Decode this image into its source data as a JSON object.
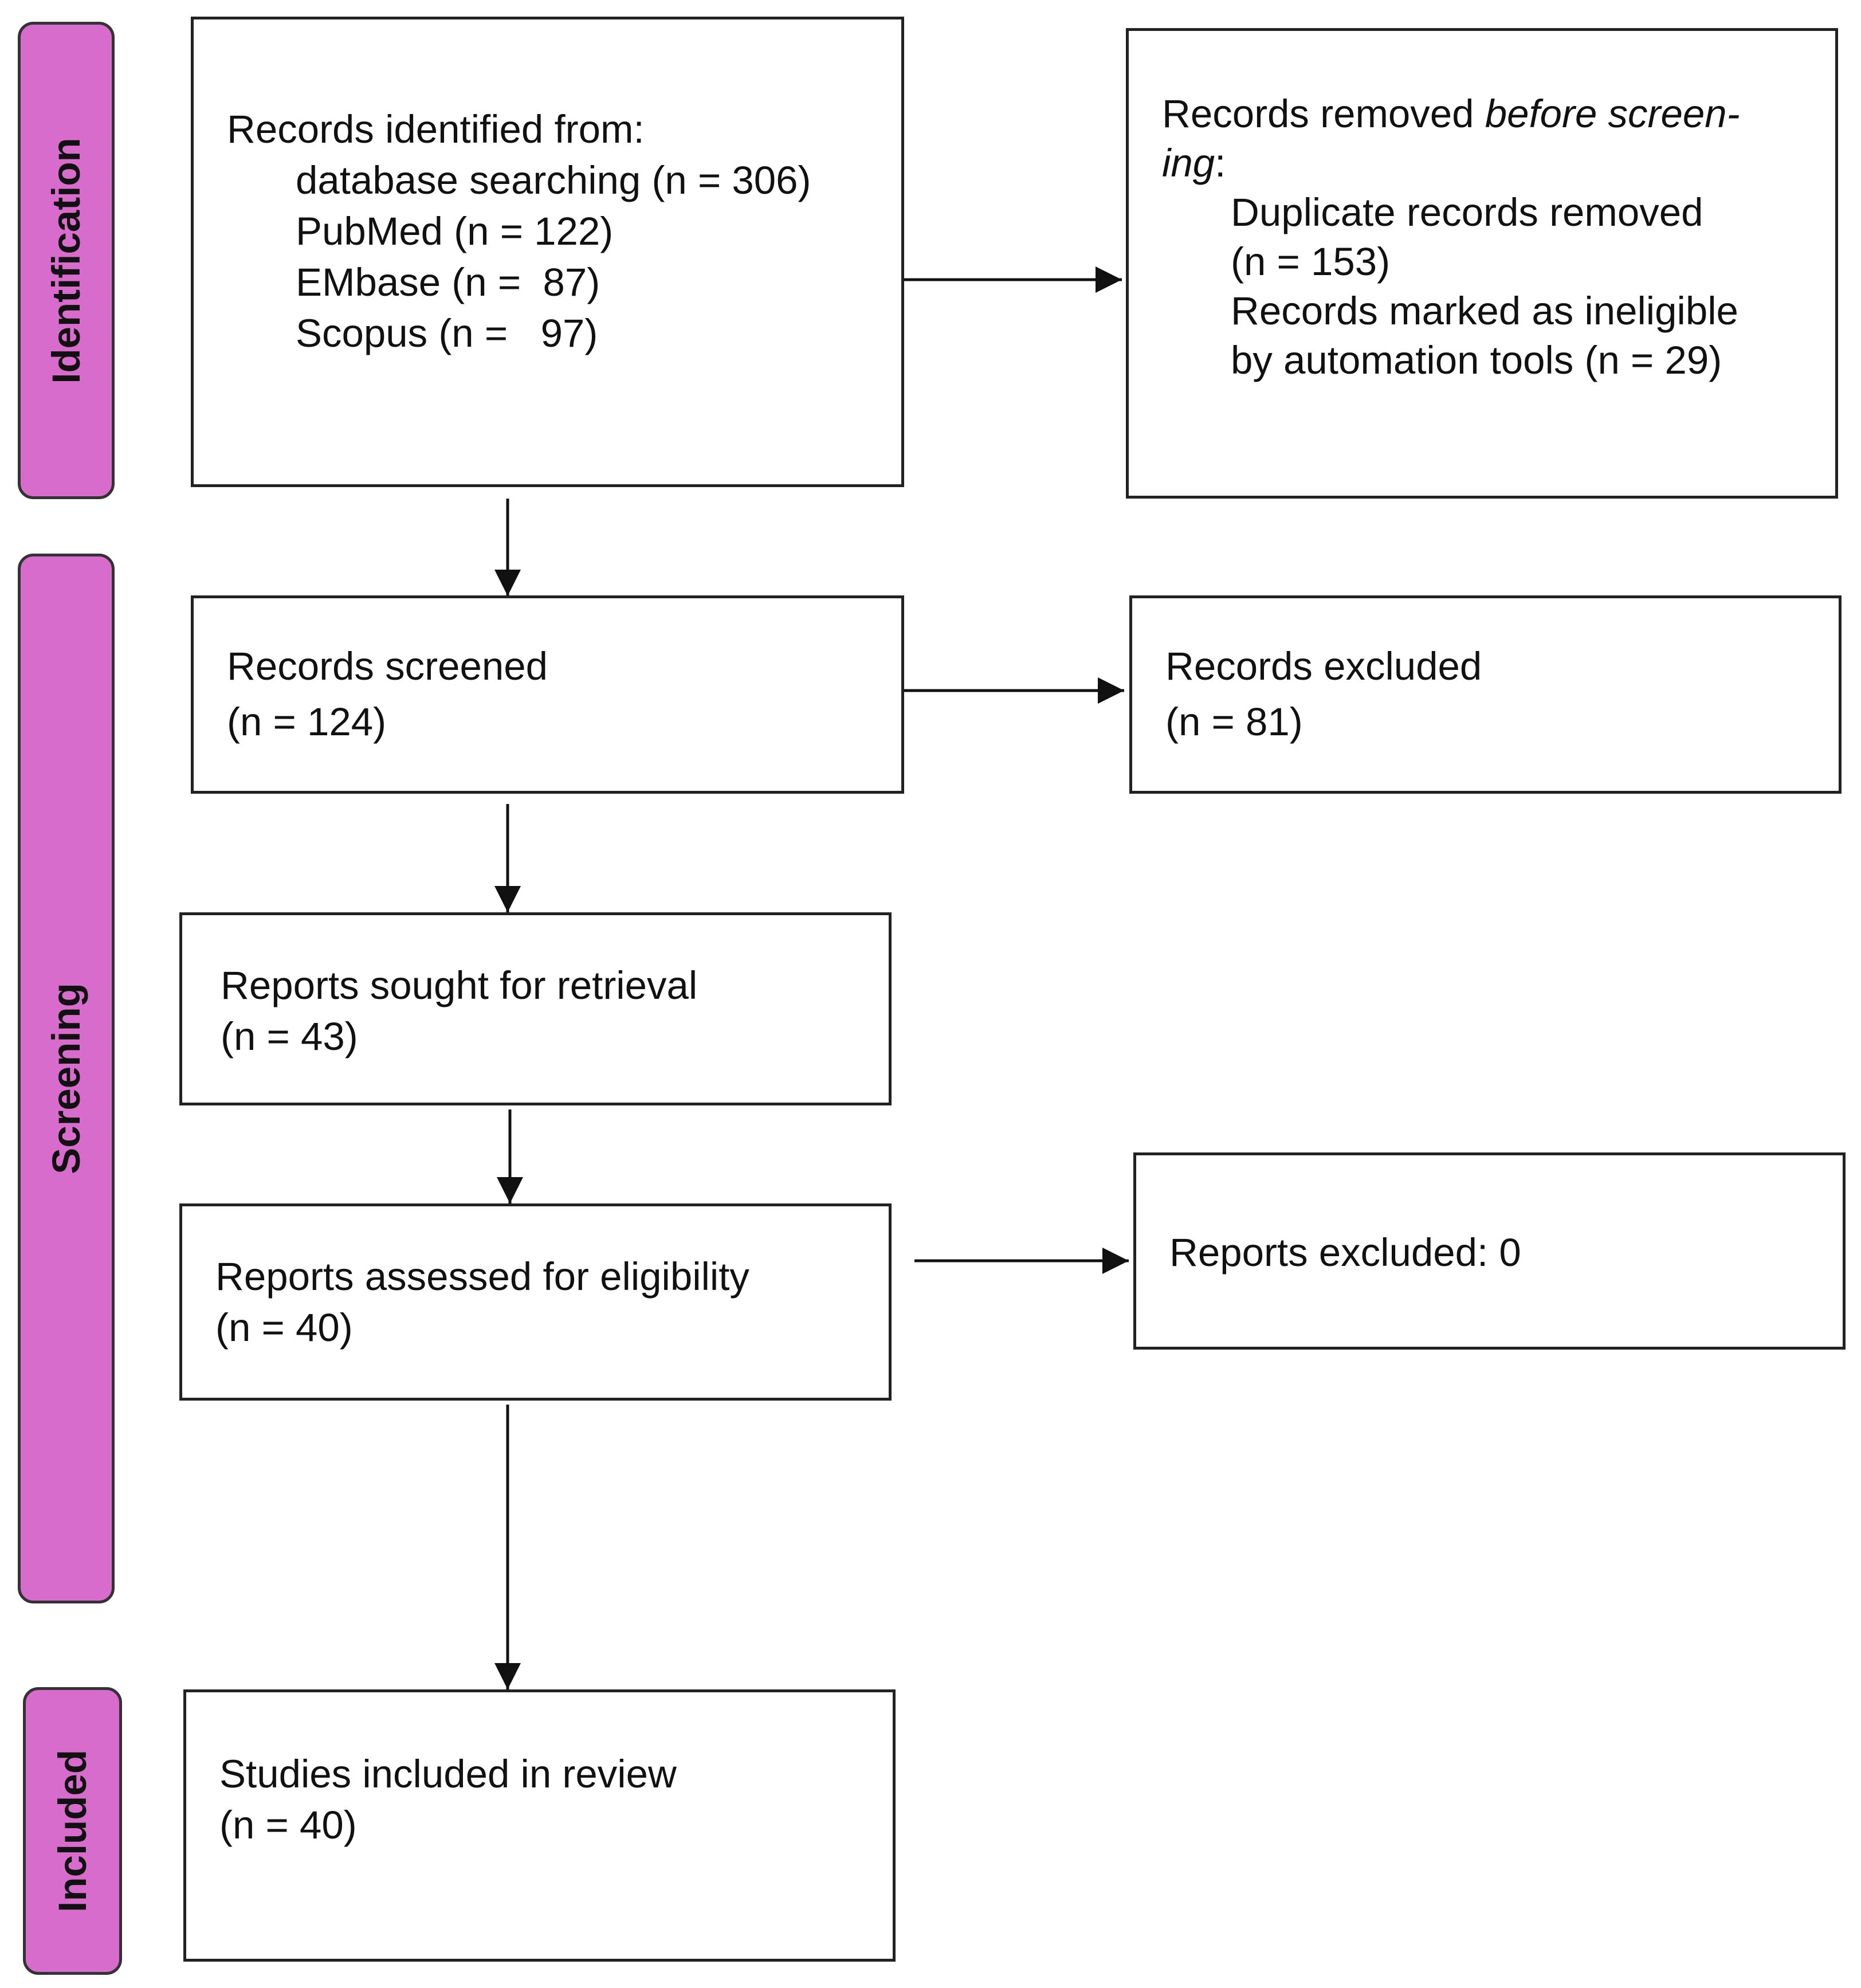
{
  "phases": {
    "identification": "Identification",
    "screening": "Screening",
    "included": "Included"
  },
  "phase_color": "#d86ccc",
  "identified": {
    "title": "Records identified from:",
    "lines": [
      "database searching (n = 306)",
      "PubMed (n = 122)",
      "EMbase (n =  87)",
      "Scopus (n =   97)"
    ]
  },
  "removed": {
    "title_plain": "Records removed ",
    "title_italic": "before screen-",
    "title_italic2": "ing",
    "title_colon": ":",
    "lines": [
      "Duplicate records removed",
      "(n = 153)",
      "Records marked as ineligible",
      "by automation tools (n = 29)"
    ]
  },
  "screened": {
    "title": "Records screened",
    "count": "(n = 124)"
  },
  "excluded": {
    "title": "Records excluded",
    "count": "(n = 81)"
  },
  "sought": {
    "title": "Reports sought for retrieval",
    "count": "(n = 43)"
  },
  "assessed": {
    "title": "Reports assessed for eligibility",
    "count": "(n = 40)"
  },
  "reports_excluded": {
    "title": "Reports excluded: 0"
  },
  "included": {
    "title": "Studies included in review",
    "count": "(n = 40)"
  }
}
